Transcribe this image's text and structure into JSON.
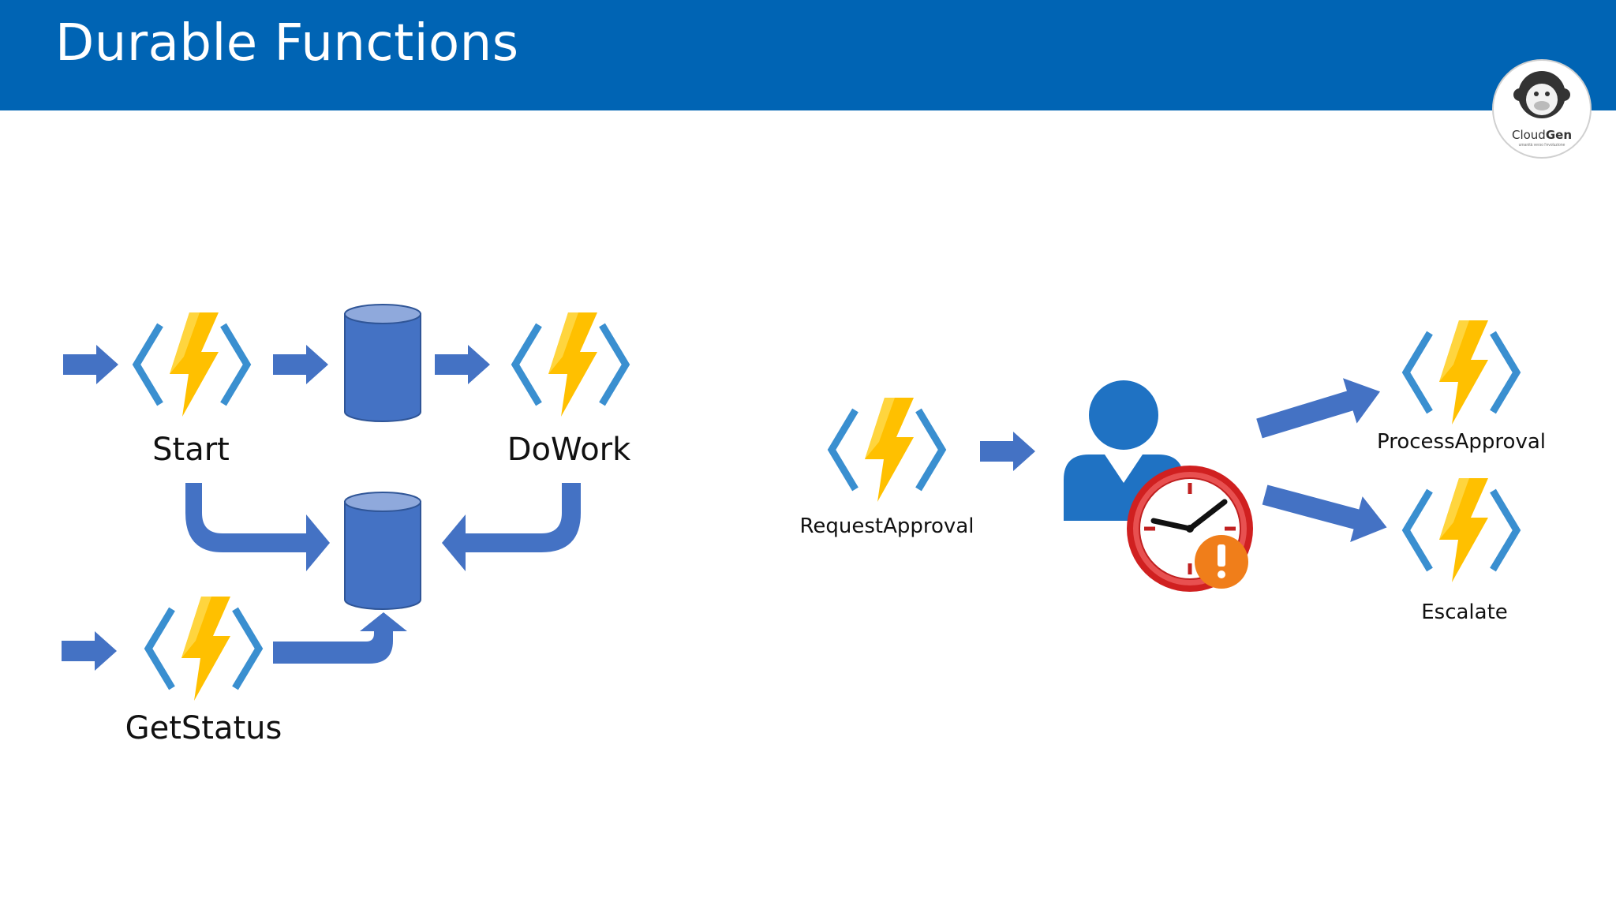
{
  "slide": {
    "title": "Durable Functions"
  },
  "logo": {
    "name_light": "Cloud",
    "name_bold": "Gen",
    "tagline": "umanità verso l'evoluzione"
  },
  "left_diagram": {
    "functions": [
      {
        "id": "start",
        "label": "Start"
      },
      {
        "id": "dowork",
        "label": "DoWork"
      },
      {
        "id": "getstatus",
        "label": "GetStatus"
      }
    ]
  },
  "right_diagram": {
    "functions": [
      {
        "id": "request",
        "label": "RequestApproval"
      },
      {
        "id": "process",
        "label": "ProcessApproval"
      },
      {
        "id": "escalate",
        "label": "Escalate"
      }
    ]
  },
  "colors": {
    "header": "#0064b4",
    "arrow": "#4472c4",
    "cylinder": "#4472c4",
    "bolt": "#ffc000",
    "brackets": "#3a8fd0",
    "person": "#1f72c3",
    "clock_rim": "#d02020",
    "warning": "#f07e1a"
  },
  "icons": [
    "azure-function-icon",
    "database-icon",
    "person-icon",
    "clock-icon",
    "warning-icon",
    "monkey-logo-icon"
  ]
}
